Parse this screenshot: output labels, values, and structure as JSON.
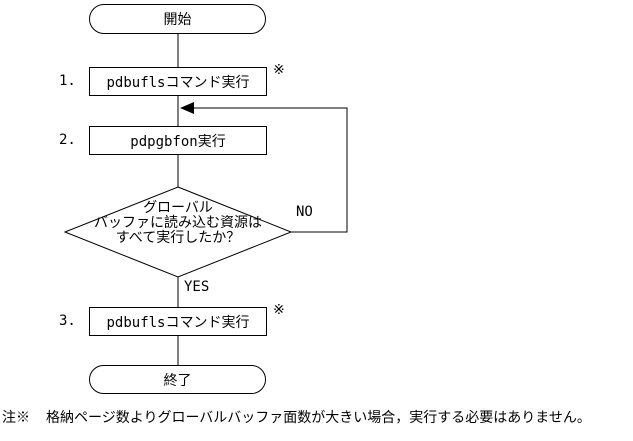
{
  "diagram": {
    "start_label": "開始",
    "end_label": "終了",
    "steps": [
      {
        "number": "1.",
        "label": "pdbuflsコマンド実行",
        "ref_mark": "※"
      },
      {
        "number": "2.",
        "label": "pdpgbfon実行",
        "ref_mark": ""
      },
      {
        "number": "3.",
        "label": "pdbuflsコマンド実行",
        "ref_mark": "※"
      }
    ],
    "decision": {
      "line1": "グローバル",
      "line2": "バッファに読み込む資源は",
      "line3": "すべて実行したか？",
      "yes": "YES",
      "no": "NO"
    },
    "footnote": {
      "marker": "注※",
      "text": "格納ページ数よりグローバルバッファ面数が大きい場合，実行する必要はありません。"
    },
    "colors": {
      "line": "#000000",
      "background": "#ffffff"
    }
  }
}
